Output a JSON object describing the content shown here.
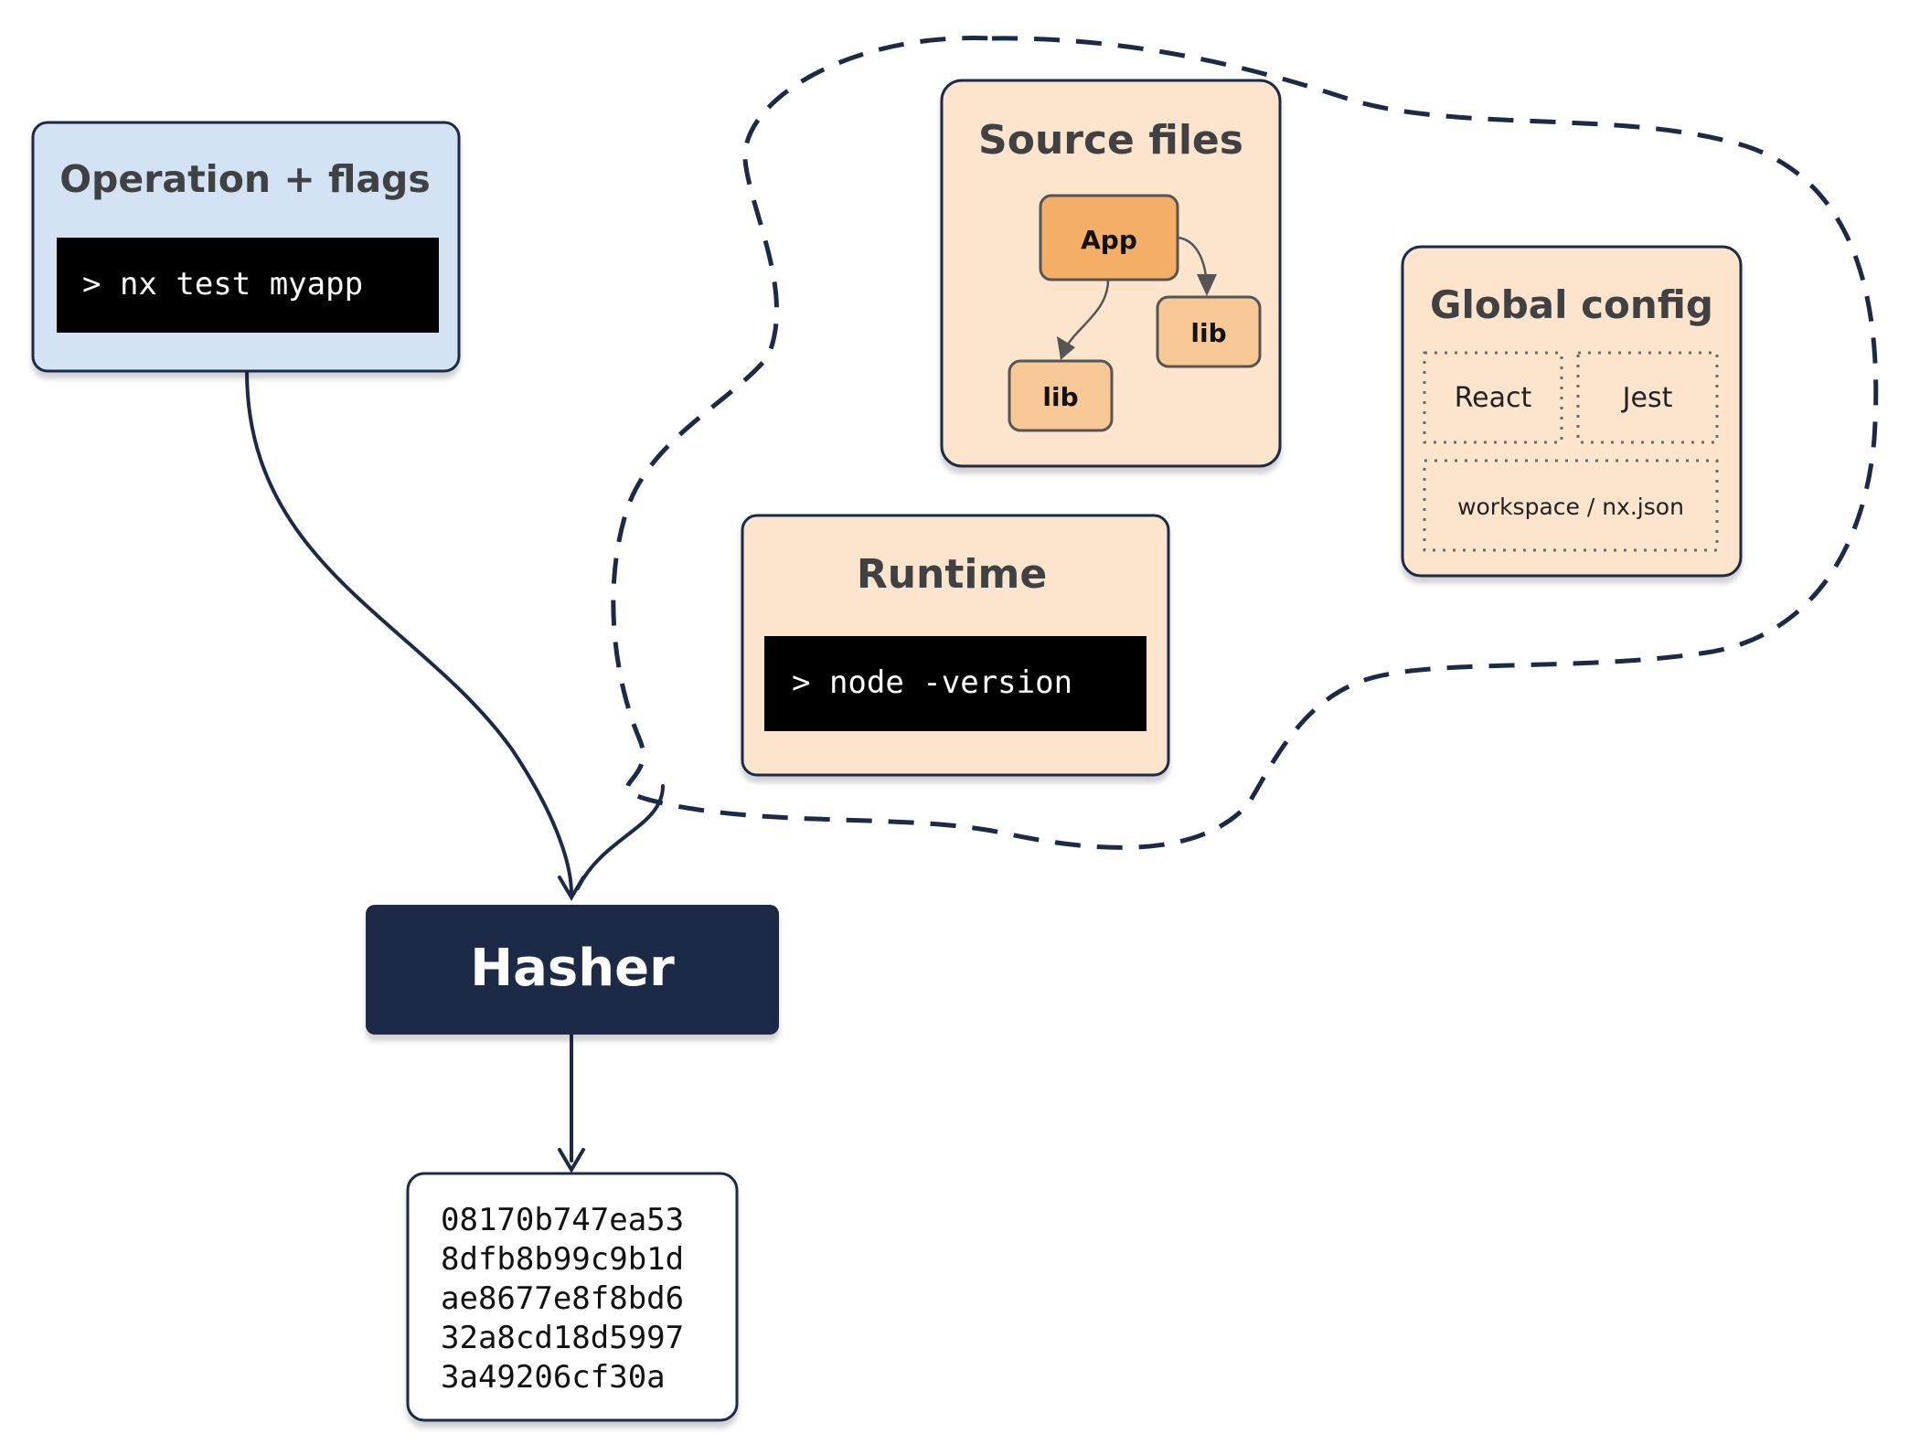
{
  "colors": {
    "navy": "#1b2a47",
    "op_fill": "#d3e3f4",
    "input_fill": "#fce5cc",
    "app_fill": "#f5ae66",
    "lib_fill": "#f8c996",
    "terminal_bg": "#000000"
  },
  "operation": {
    "title": "Operation + flags",
    "command": "> nx test myapp"
  },
  "source_files": {
    "title": "Source files",
    "app_label": "App",
    "lib_label": "lib"
  },
  "global_config": {
    "title": "Global config",
    "items": [
      "React",
      "Jest",
      "workspace / nx.json"
    ]
  },
  "runtime": {
    "title": "Runtime",
    "command": "> node -version"
  },
  "hasher": {
    "label": "Hasher"
  },
  "hash_output": {
    "lines": [
      "08170b747ea53",
      "8dfb8b99c9b1d",
      "ae8677e8f8bd6",
      "32a8cd18d5997",
      "3a49206cf30a"
    ]
  }
}
